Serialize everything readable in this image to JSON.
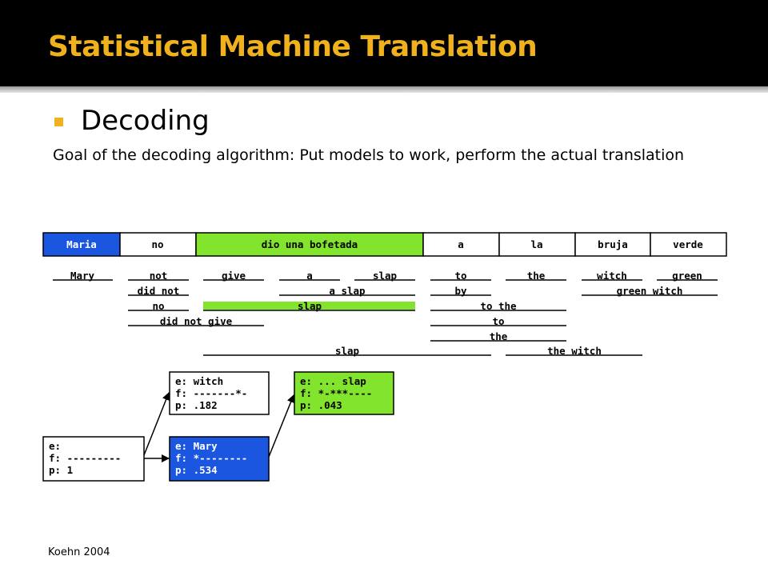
{
  "title": "Statistical Machine Translation",
  "bullet": "Decoding",
  "body_text": "Goal of the decoding algorithm: Put models to work, perform the actual translation",
  "footer": "Koehn 2004",
  "colors": {
    "title": "#f0b21c",
    "blue": "#1a56e0",
    "green": "#82e42c"
  },
  "source_words": [
    "Maria",
    "no",
    "dio una bofetada",
    "a",
    "la",
    "bruja",
    "verde"
  ],
  "options": [
    "Mary",
    "not",
    "give",
    "a",
    "slap",
    "to",
    "the",
    "witch",
    "green",
    "did not",
    "a slap",
    "by",
    "green witch",
    "no",
    "slap",
    "to the",
    "did not give",
    "to",
    "the",
    "slap",
    "the witch"
  ],
  "hypotheses": [
    {
      "e": "e:",
      "f": "f: ---------",
      "p": "p: 1"
    },
    {
      "e": "e: witch",
      "f": "f: -------*-",
      "p": "p: .182"
    },
    {
      "e": "e: Mary",
      "f": "f: *--------",
      "p": "p: .534"
    },
    {
      "e": "e: ... slap",
      "f": "f: *-***----",
      "p": "p: .043"
    }
  ]
}
